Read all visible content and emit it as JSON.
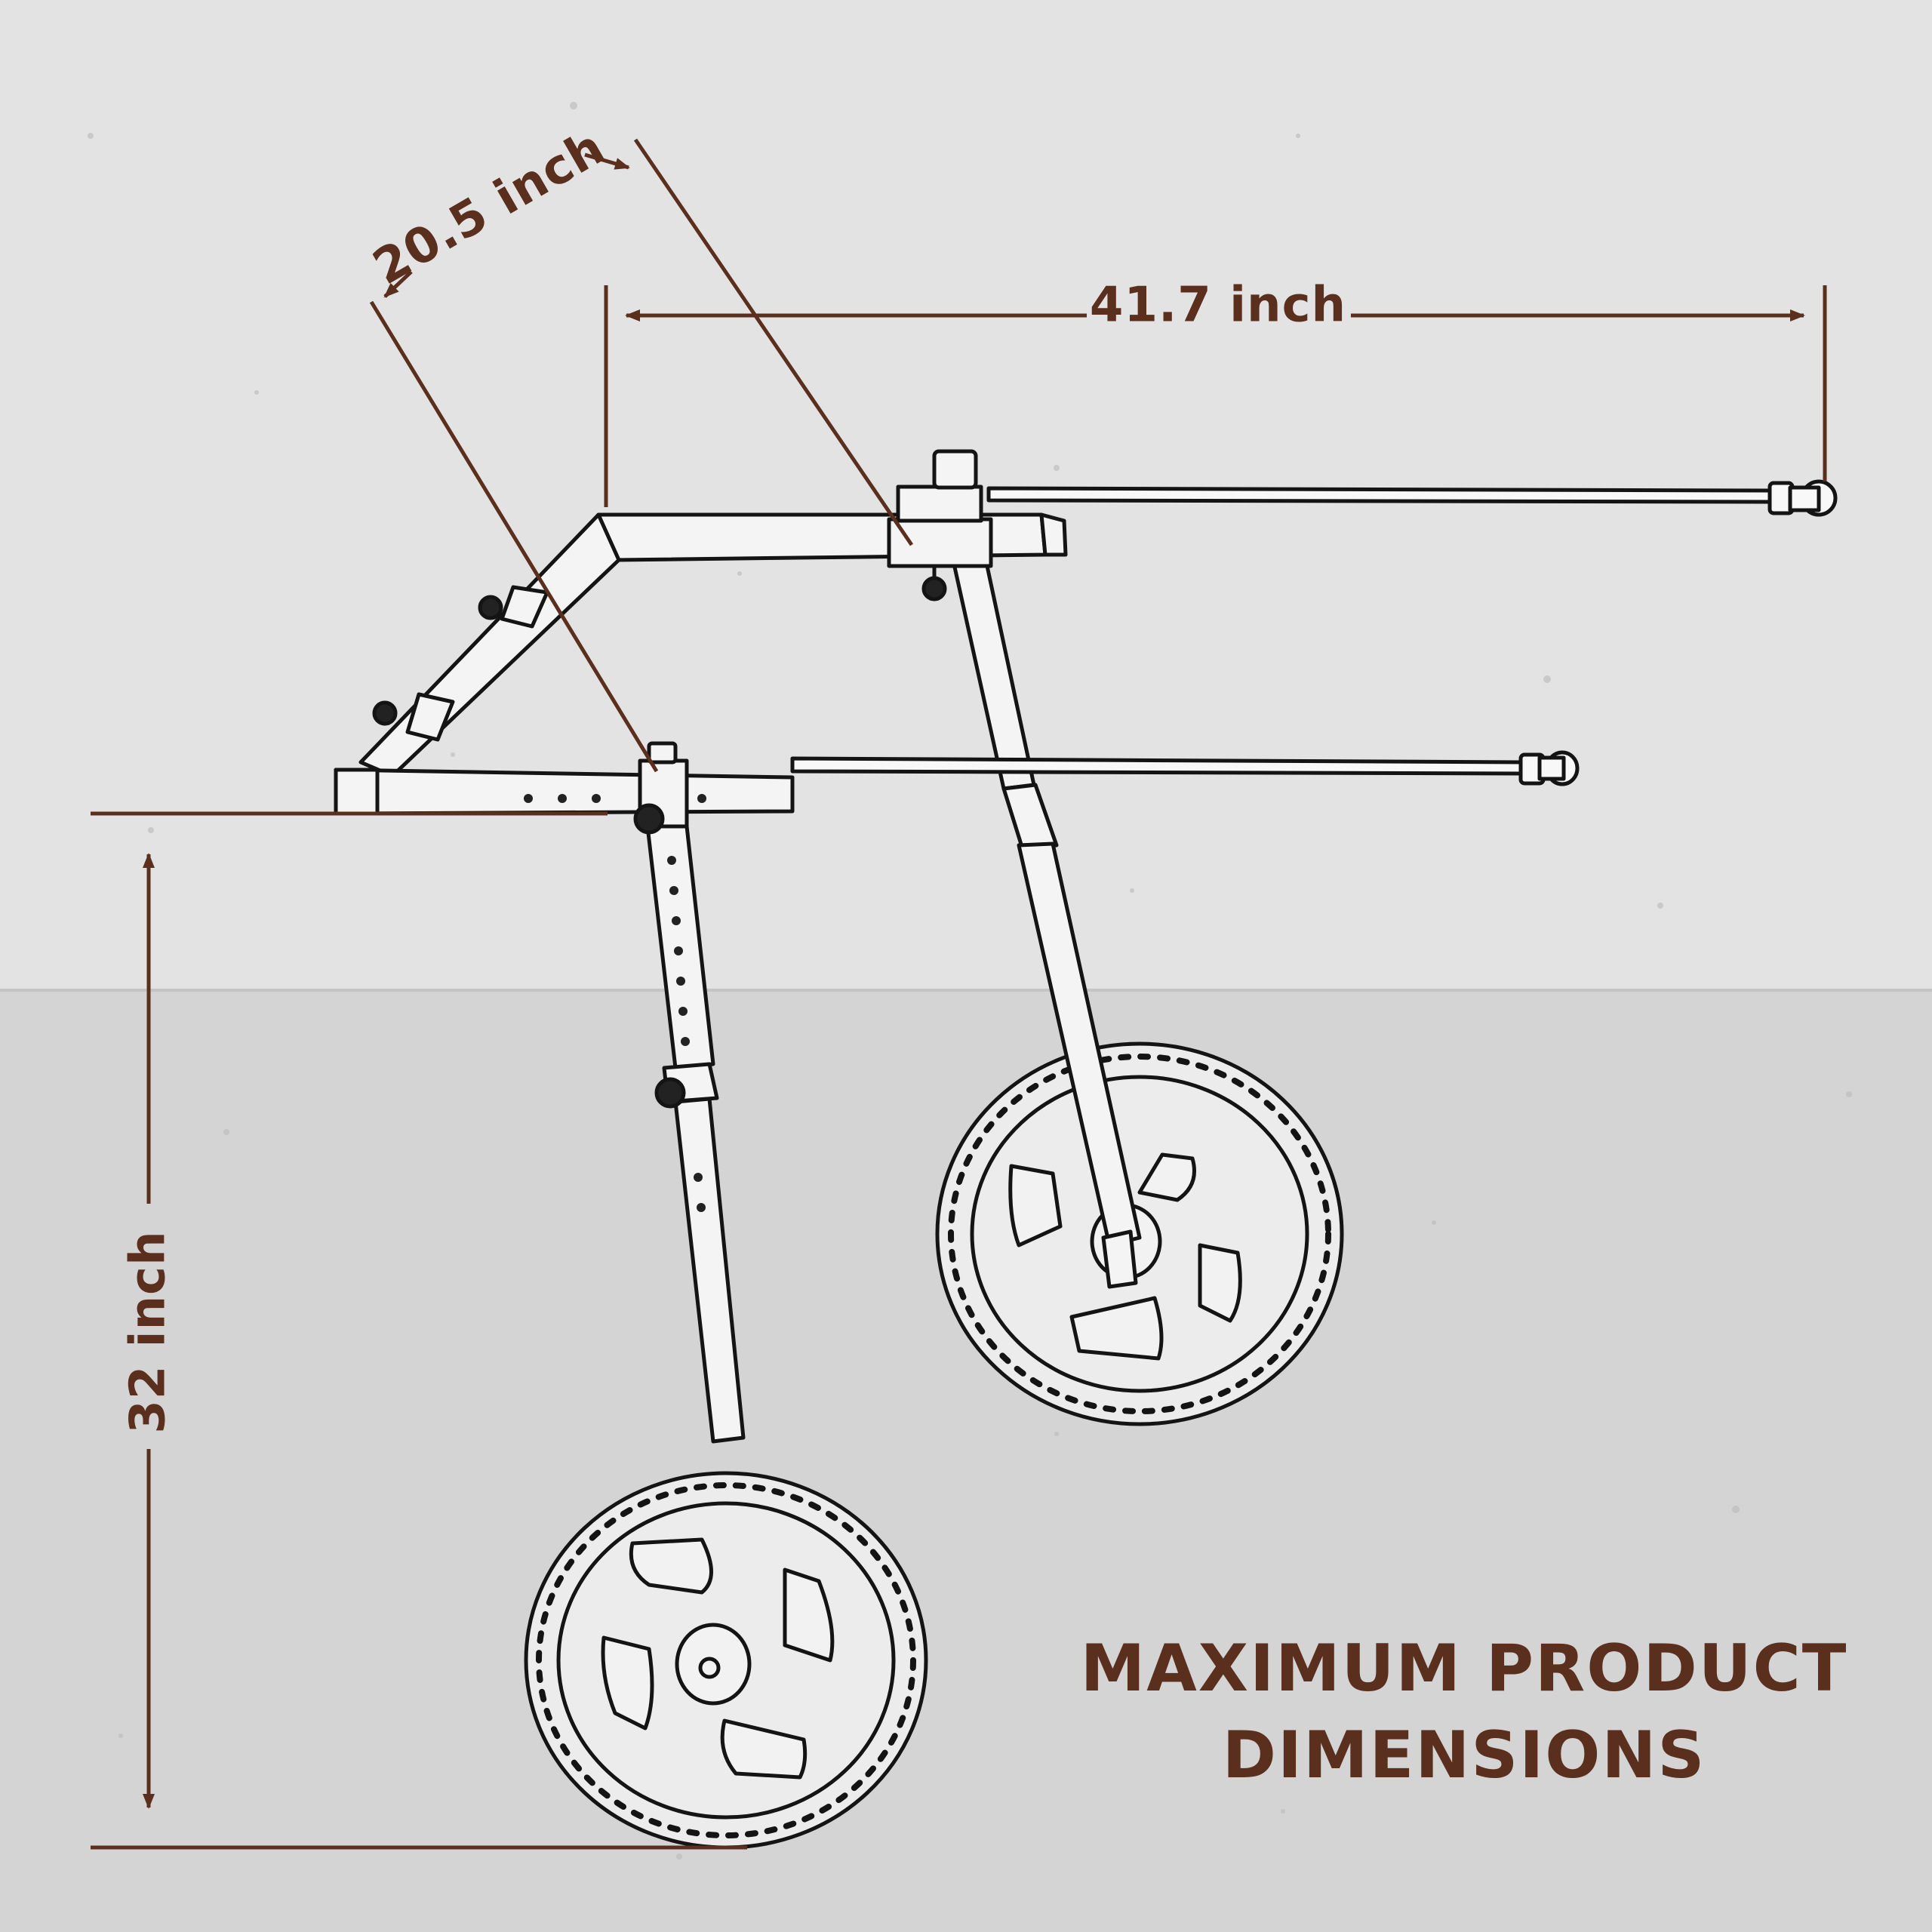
{
  "colors": {
    "wall": "#e4e4e4",
    "floor": "#d6d6d6",
    "dimension": "#5a2f1d",
    "linework": "#141414",
    "metal": "#f2f2f2"
  },
  "dimensions": {
    "depth": "20.5 inch",
    "length": "41.7 inch",
    "height": "32 inch"
  },
  "caption": {
    "line1": "MAXIMUM PRODUCT",
    "line2": "DIMENSIONS"
  }
}
